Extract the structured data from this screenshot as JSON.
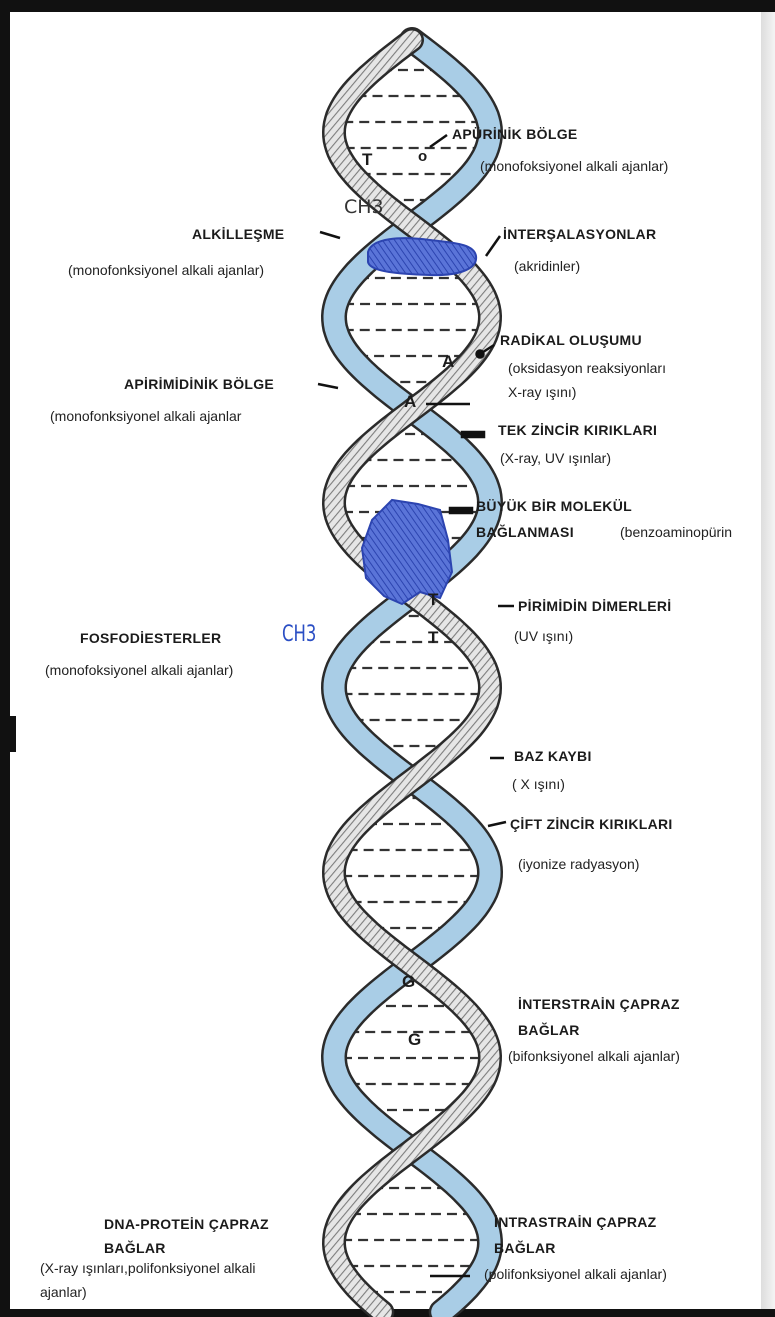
{
  "colors": {
    "strand_blue": "#a9cde6",
    "strand_outline": "#2b2b2b",
    "hatch": "#8a8a8a",
    "adduct_blue": "#3554c8",
    "ch3_blue": "#2a4ec4"
  },
  "helix_letters": {
    "t_top": "T",
    "o_top": "o",
    "ch3_small": "CH3",
    "a1": "A",
    "a2": "A",
    "t1": "T",
    "t2": "T",
    "g1": "G",
    "g2": "G"
  },
  "labels": {
    "apurinik": {
      "title": "APÜRİNİK BÖLGE",
      "sub": "(monofoksiyonel alkali ajanlar)"
    },
    "alkilleme": {
      "title": "ALKİLLEŞME",
      "sub": "(monofonksiyonel alkali ajanlar)"
    },
    "interkalasyon": {
      "title": "İNTERŞALASYONLAR",
      "sub": "(akridinler)"
    },
    "radikal": {
      "title": "RADİKAL OLUŞUMU",
      "sub1": "(oksidasyon reaksiyonları",
      "sub2": "X-ray ışını)"
    },
    "apirimidinik": {
      "title": "APİRİMİDİNİK BÖLGE",
      "sub": "(monofonksiyonel alkali ajanlar"
    },
    "tek_zincir": {
      "title": "TEK ZİNCİR KIRIKLARI",
      "sub": "(X-ray, UV ışınlar)"
    },
    "buyuk_molekul": {
      "title": "BÜYÜK BİR MOLEKÜL",
      "title2": "BAĞLANMASI",
      "sub": "(benzoaminopürin"
    },
    "pirimidin_dimer": {
      "title": "PİRİMİDİN DİMERLERİ",
      "sub": "(UV ışını)"
    },
    "fosfodiester": {
      "title": "FOSFODİESTERLER",
      "sub": "(monofoksiyonel alkali ajanlar)",
      "ch3": "CH3"
    },
    "baz_kaybi": {
      "title": "BAZ KAYBI",
      "sub": "( X ışını)"
    },
    "cift_zincir": {
      "title": "ÇİFT ZİNCİR KIRIKLARI",
      "sub": "(iyonize radyasyon)"
    },
    "interstrain": {
      "title": "İNTERSTRAİN ÇAPRAZ",
      "title2": "BAĞLAR",
      "sub": "(bifonksiyonel alkali ajanlar)"
    },
    "dna_protein": {
      "title": "DNA-PROTEİN ÇAPRAZ",
      "title2": "BAĞLAR",
      "sub1": "(X-ray ışınları,polifonksiyonel alkali",
      "sub2": "ajanlar)"
    },
    "intrastrain": {
      "title": "İNTRASTRAİN  ÇAPRAZ",
      "title2": "BAĞLAR",
      "sub": "(polifonksiyonel alkali ajanlar)"
    }
  }
}
